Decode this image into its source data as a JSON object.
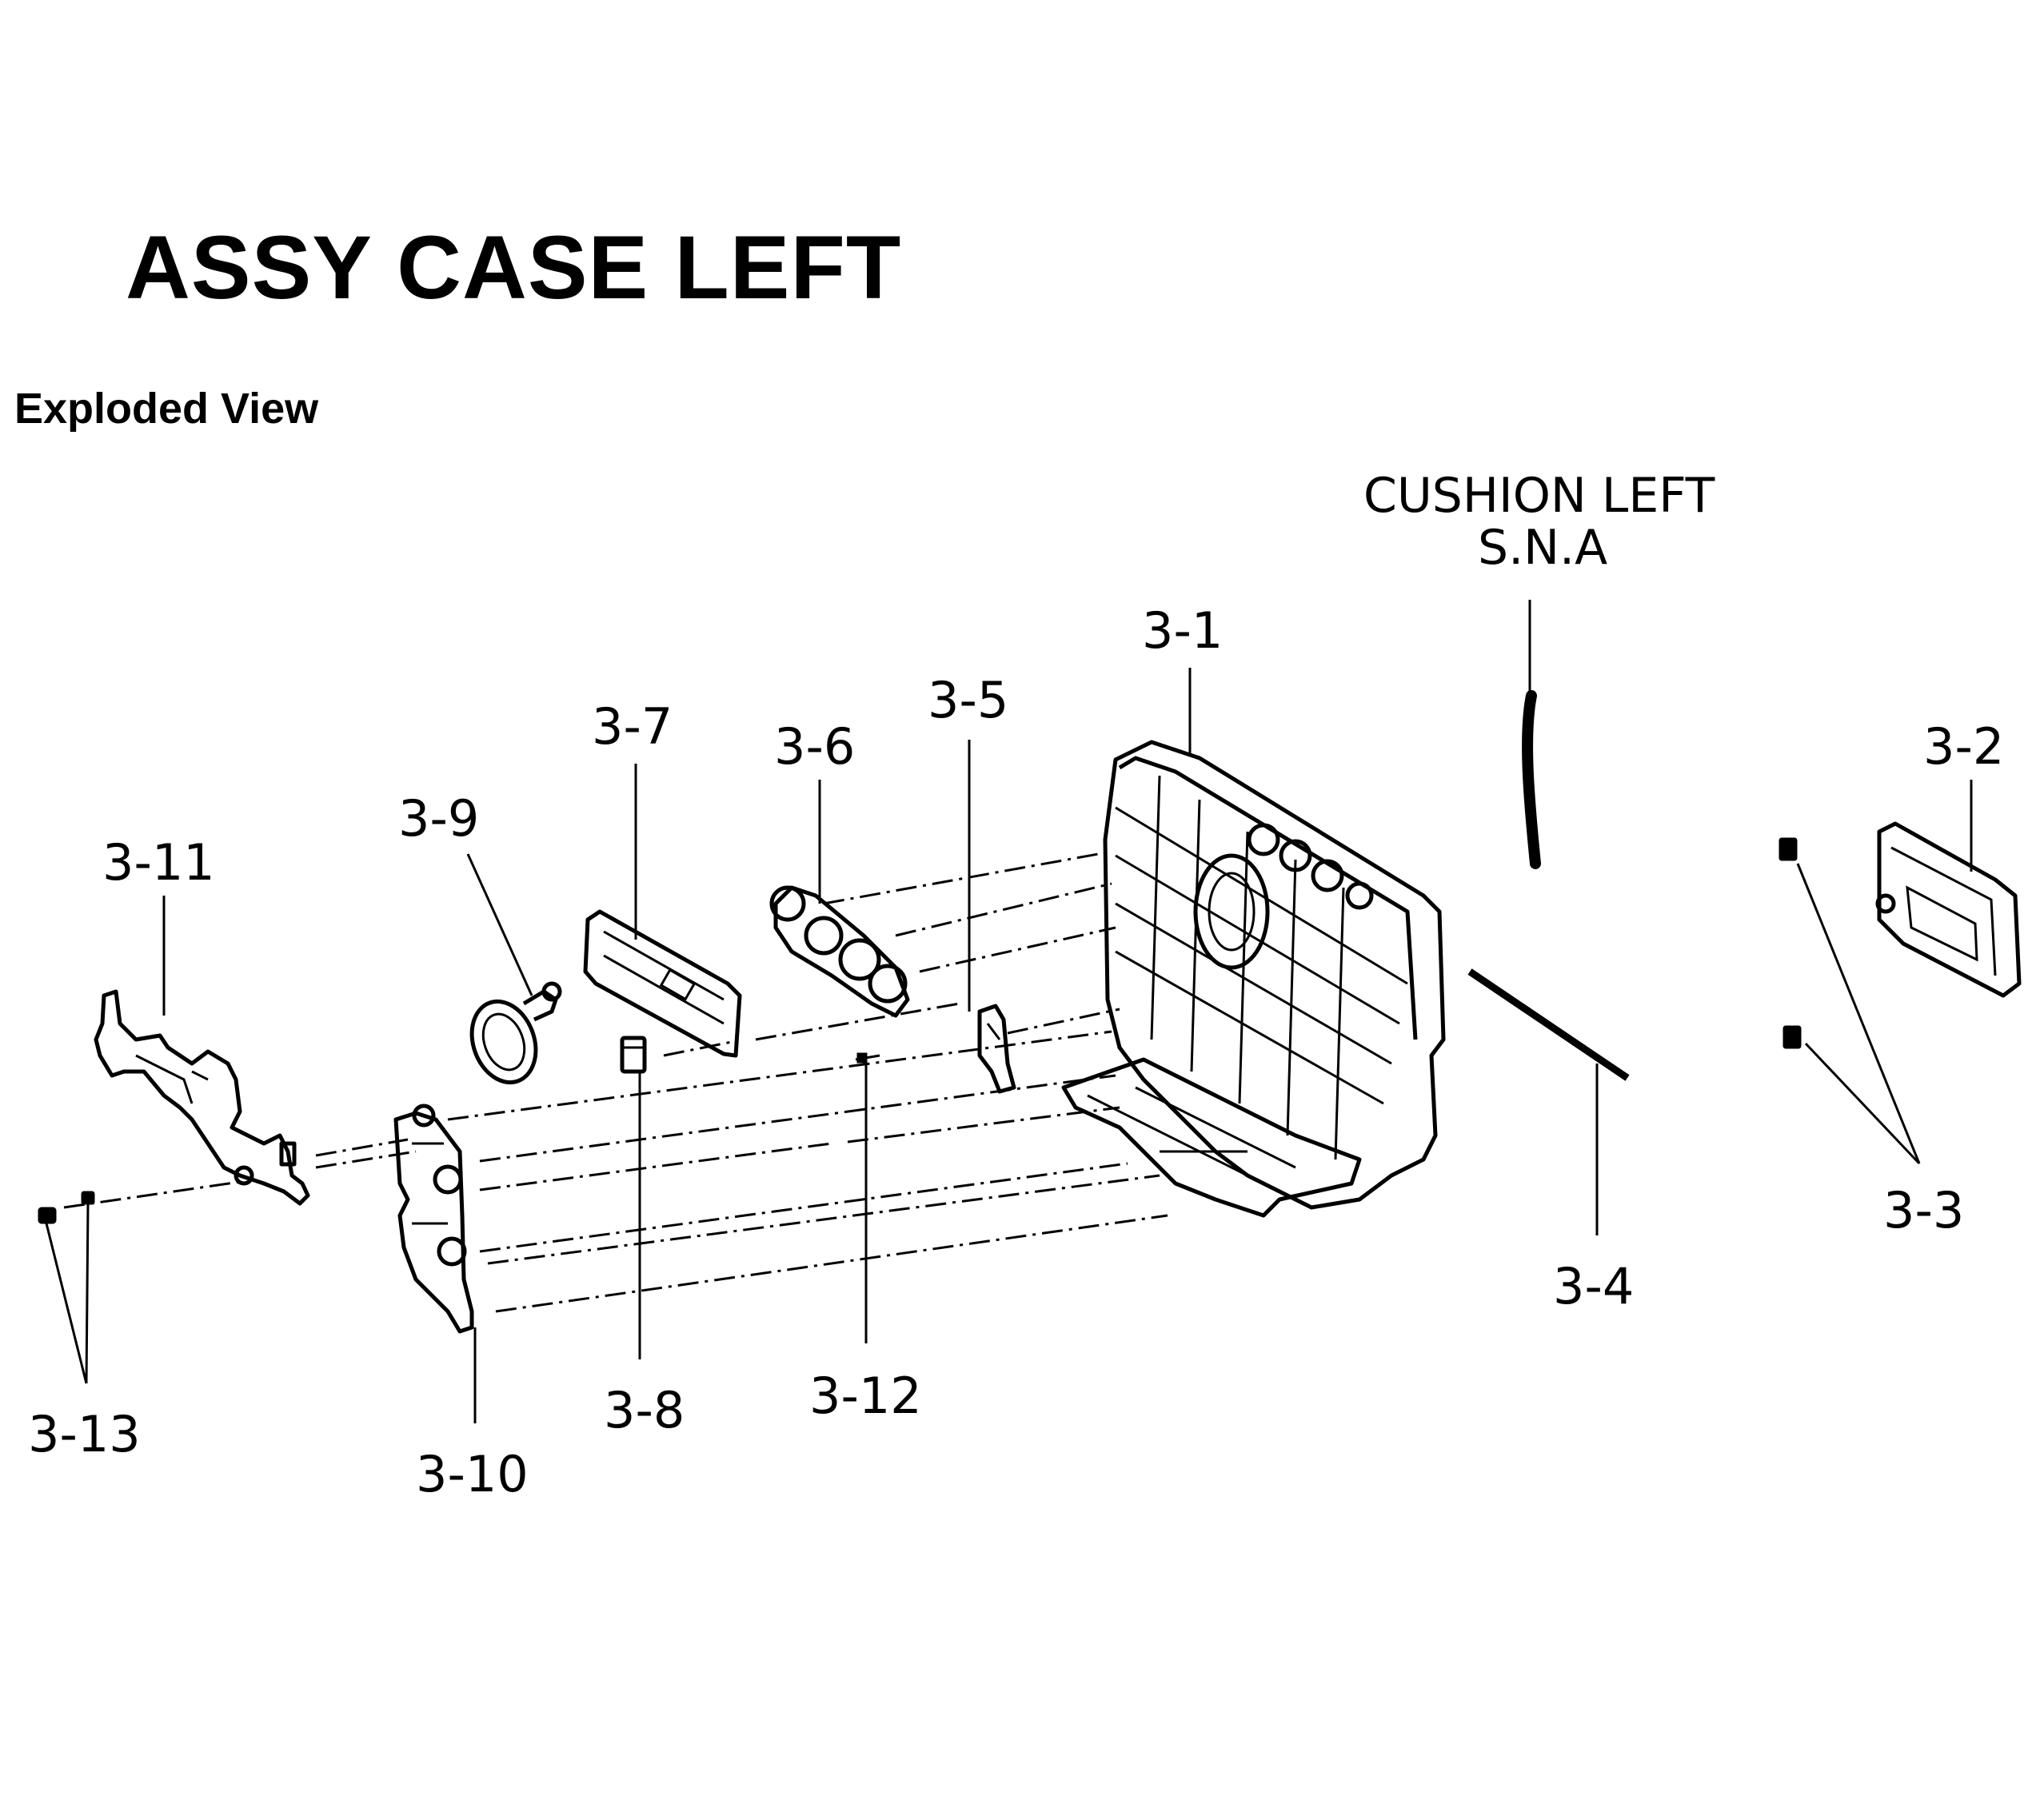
{
  "title": "ASSY CASE LEFT",
  "subtitle": "Exploded View",
  "note": {
    "line1": "CUSHION LEFT",
    "line2": "S.N.A"
  },
  "callouts": {
    "c3_1": "3-1",
    "c3_2": "3-2",
    "c3_3": "3-3",
    "c3_4": "3-4",
    "c3_5": "3-5",
    "c3_6": "3-6",
    "c3_7": "3-7",
    "c3_8": "3-8",
    "c3_9": "3-9",
    "c3_10": "3-10",
    "c3_11": "3-11",
    "c3_12": "3-12",
    "c3_13": "3-13"
  }
}
